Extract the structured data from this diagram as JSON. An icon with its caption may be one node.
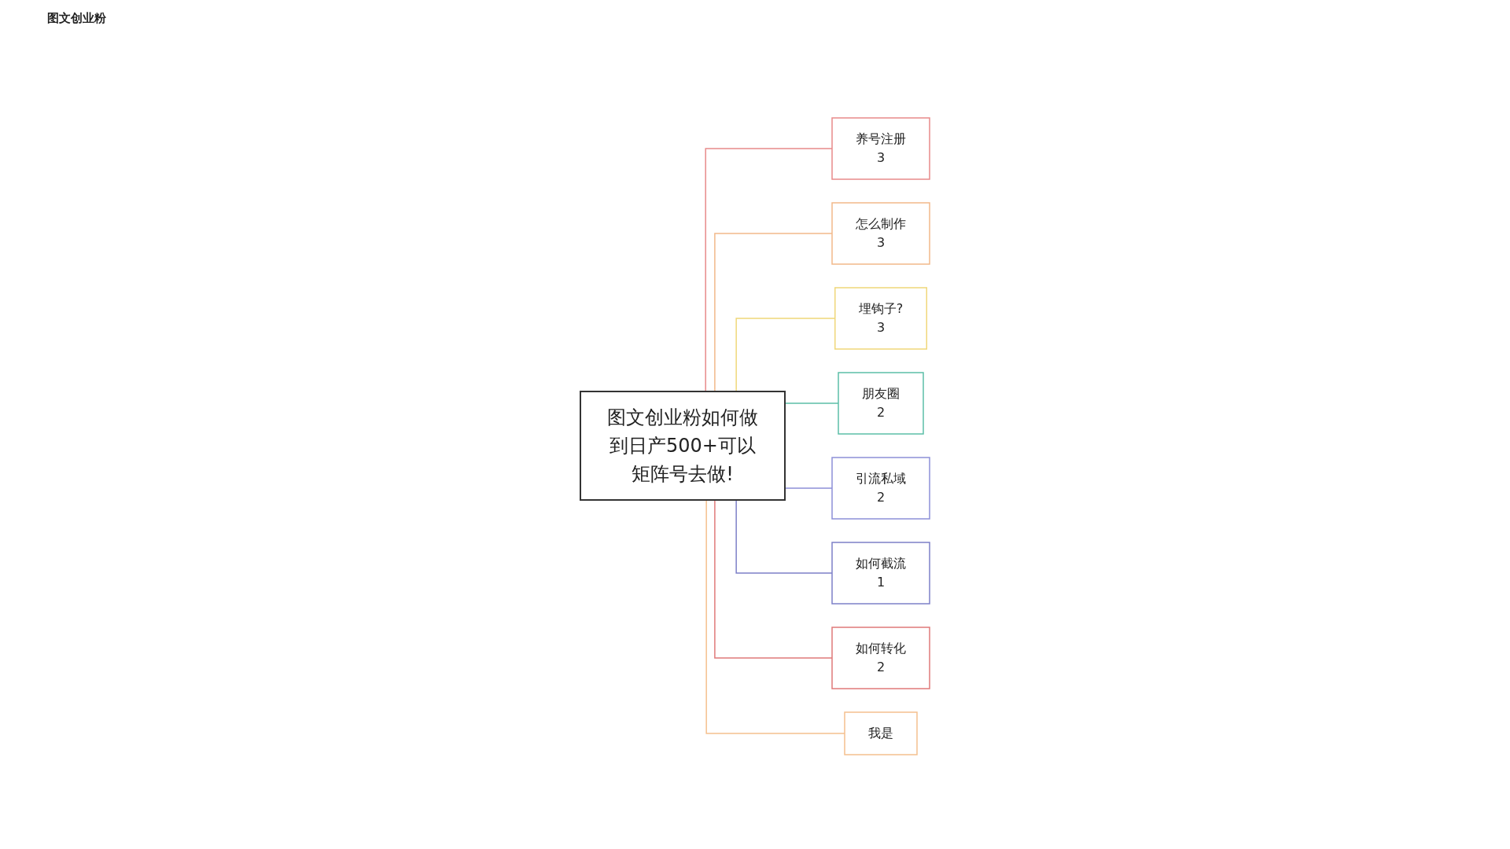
{
  "diagram": {
    "title": "图文创业粉",
    "nodes": [
      {
        "text": [
          "图文创业粉如何做到日产500+可以矩阵号去做!"
        ]
      },
      {
        "text": [
          "养号注册",
          "3"
        ]
      },
      {
        "text": [
          "怎么制作",
          "3"
        ]
      },
      {
        "text": [
          "埋钩子?",
          "3"
        ]
      },
      {
        "text": [
          "朋友圈",
          "2"
        ]
      },
      {
        "text": [
          "引流私域",
          "2"
        ]
      },
      {
        "text": [
          "如何截流",
          "1"
        ]
      },
      {
        "text": [
          "如何转化",
          "2"
        ]
      },
      {
        "text": [
          "我是"
        ]
      }
    ],
    "edges": [
      {
        "from": 0,
        "to": 1,
        "arrow": "none",
        "color": "#e88a8a"
      },
      {
        "from": 0,
        "to": 2,
        "arrow": "none",
        "color": "#f2b98a"
      },
      {
        "from": 0,
        "to": 3,
        "arrow": "none",
        "color": "#f0d77a"
      },
      {
        "from": 0,
        "to": 4,
        "arrow": "none",
        "color": "#5cbfa8"
      },
      {
        "from": 0,
        "to": 5,
        "arrow": "none",
        "color": "#8d90d8"
      },
      {
        "from": 0,
        "to": 6,
        "arrow": "none",
        "color": "#7d80c8"
      },
      {
        "from": 0,
        "to": 7,
        "arrow": "none",
        "color": "#e07a7a"
      },
      {
        "from": 0,
        "to": 8,
        "arrow": "none",
        "color": "#f5c08f"
      }
    ]
  }
}
